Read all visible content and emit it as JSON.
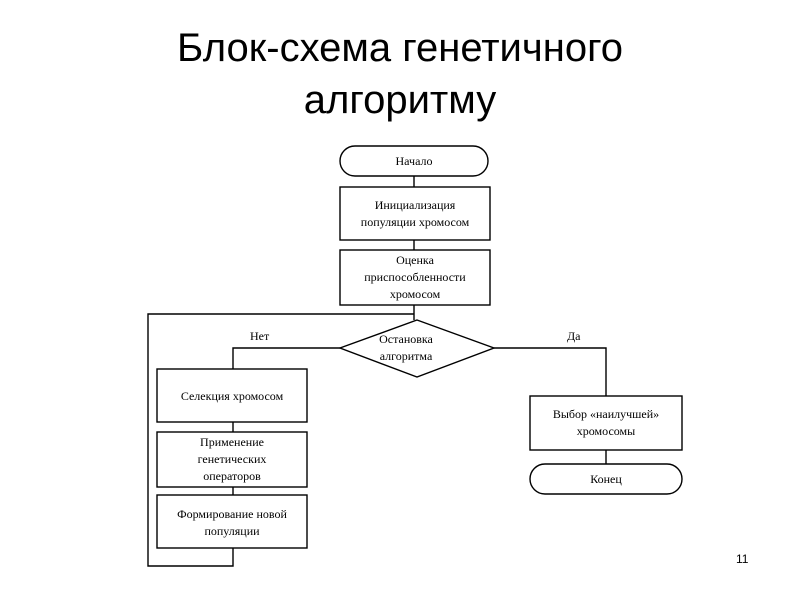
{
  "slide": {
    "title_line1": "Блок-схема генетичного",
    "title_line2": "алгоритму",
    "page_number": "11"
  },
  "flowchart": {
    "start": "Начало",
    "init": [
      "Инициализация",
      "популяции хромосом"
    ],
    "evaluate": [
      "Оценка",
      "приспособленности",
      "хромосом"
    ],
    "decision": [
      "Остановка",
      "алгоритма"
    ],
    "no_label": "Нет",
    "yes_label": "Да",
    "selection": "Селекция хромосом",
    "operators": [
      "Применение",
      "генетических",
      "операторов"
    ],
    "new_population": [
      "Формирование новой",
      "популяции"
    ],
    "best": [
      "Выбор «наилучшей»",
      "хромосомы"
    ],
    "end": "Конец"
  }
}
